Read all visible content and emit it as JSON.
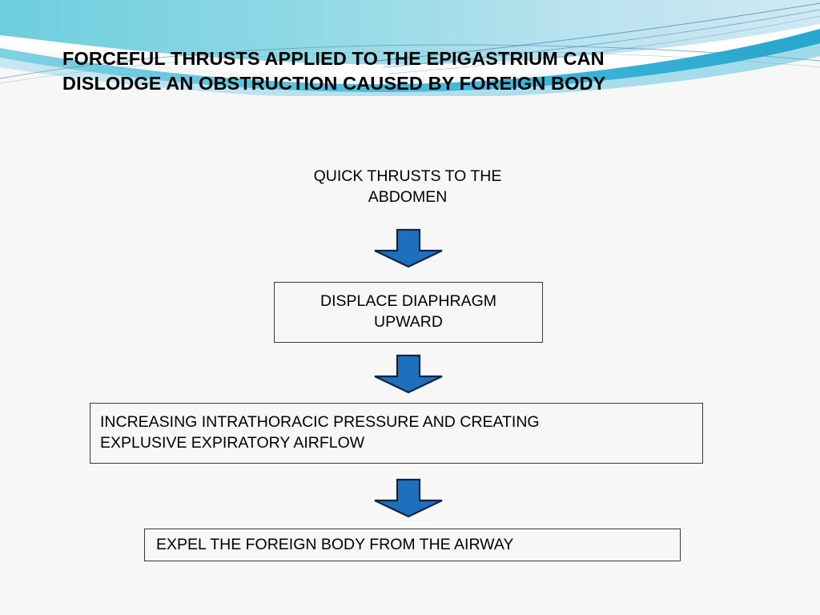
{
  "slide": {
    "title": "FORCEFUL THRUSTS APPLIED TO THE EPIGASTRIUM CAN\nDISLODGE AN OBSTRUCTION CAUSED BY FOREIGN BODY",
    "background_color": "#f7f7f7",
    "title_color": "#000000"
  },
  "decoration": {
    "name": "header-wave-band",
    "colors": {
      "cyan": "#6ecedd",
      "light_blue": "#a8dbe8",
      "pale_blue": "#cfe9f3",
      "deep_blue": "#29a8d0",
      "line_blue": "#2f7fa8",
      "white": "#ffffff"
    }
  },
  "flow": {
    "arrow_fill": "#1f6fbf",
    "arrow_stroke": "#10253f",
    "box_border": "#3a3a3a",
    "nodes": [
      {
        "id": "quick-thrusts",
        "text": "QUICK THRUSTS TO THE\nABDOMEN",
        "boxed": false,
        "align": "center"
      },
      {
        "id": "displace-diaphragm",
        "text": "DISPLACE DIAPHRAGM\nUPWARD",
        "boxed": true,
        "align": "center"
      },
      {
        "id": "increasing-pressure",
        "text": "INCREASING INTRATHORACIC PRESSURE AND CREATING\nEXPLUSIVE EXPIRATORY AIRFLOW",
        "boxed": true,
        "align": "left"
      },
      {
        "id": "expel-foreign-body",
        "text": "EXPEL THE FOREIGN BODY FROM THE AIRWAY",
        "boxed": true,
        "align": "left"
      }
    ],
    "arrows": [
      {
        "id": "arrow-thrusts-to-diaphragm",
        "direction": "down"
      },
      {
        "id": "arrow-diaphragm-to-pressure",
        "direction": "down"
      },
      {
        "id": "arrow-pressure-to-expel",
        "direction": "down"
      }
    ]
  }
}
